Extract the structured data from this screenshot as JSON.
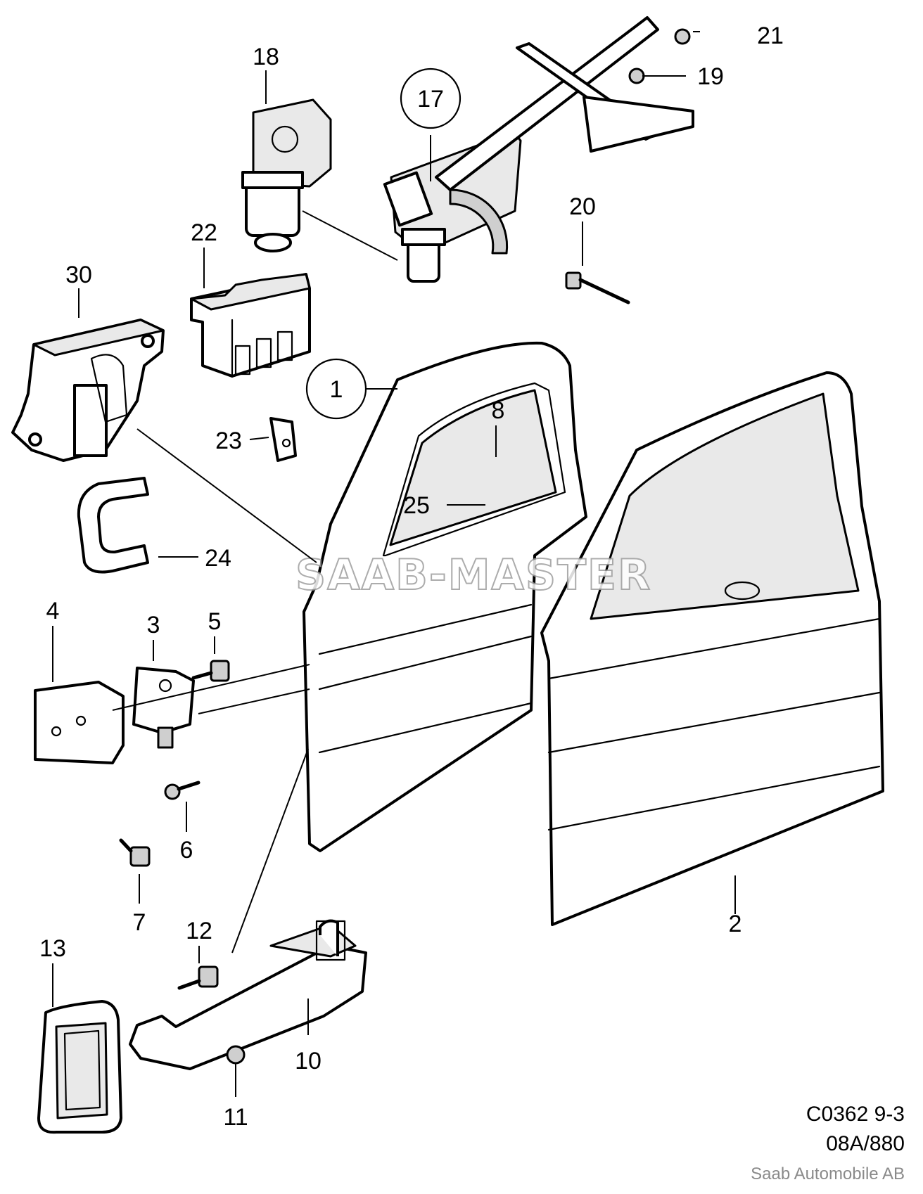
{
  "callouts": {
    "c1": "1",
    "c2": "2",
    "c3": "3",
    "c4": "4",
    "c5": "5",
    "c6": "6",
    "c7": "7",
    "c8": "8",
    "c10": "10",
    "c11": "11",
    "c12": "12",
    "c13": "13",
    "c17": "17",
    "c18": "18",
    "c19": "19",
    "c20": "20",
    "c21": "21",
    "c22": "22",
    "c23": "23",
    "c24": "24",
    "c25": "25",
    "c30": "30"
  },
  "watermark": "SAAB-MASTER",
  "reference": {
    "code": "C0362 9-3",
    "number": "08A/880"
  },
  "brand": "Saab Automobile AB"
}
